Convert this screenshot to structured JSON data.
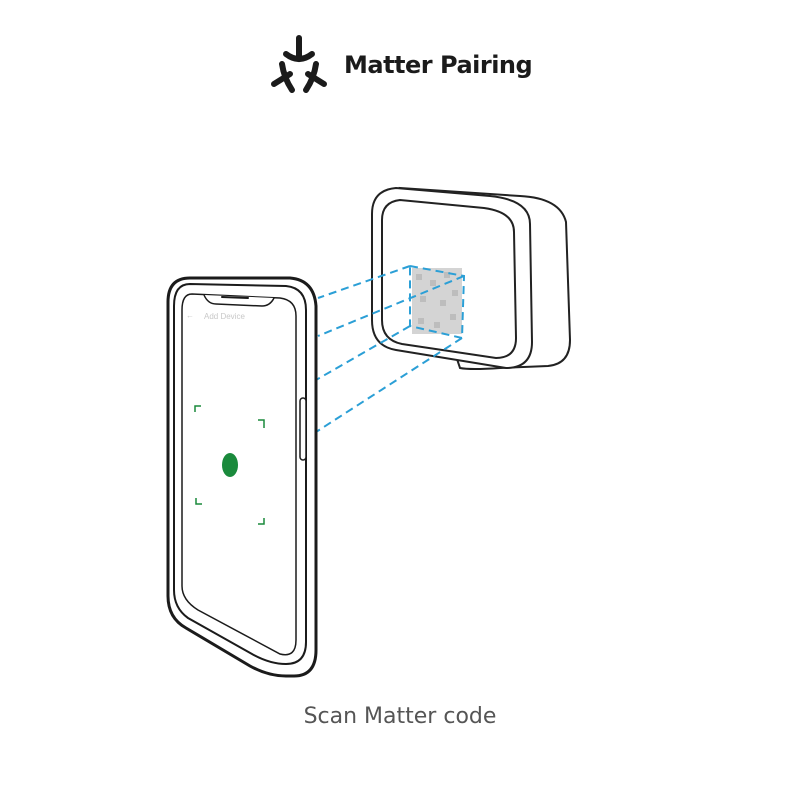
{
  "header": {
    "logo_icon": "matter-logo-icon",
    "title": "Matter Pairing"
  },
  "phone": {
    "screen_title": "Add Device",
    "back_icon": "arrow-left-icon",
    "scan_indicator_color": "#1a8a3c"
  },
  "device": {
    "qr_code": "matter-qr-code",
    "scan_line_color": "#2b9fd6"
  },
  "caption": "Scan Matter code"
}
